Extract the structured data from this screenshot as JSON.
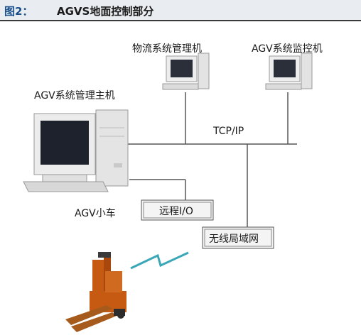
{
  "header": {
    "figure_label": "图2：",
    "title": "AGVS地面控制部分"
  },
  "diagram": {
    "nodes": {
      "logistics_pc": "物流系统管理机",
      "monitor_pc": "AGV系统监控机",
      "main_host": "AGV系统管理主机",
      "network": "TCP/IP",
      "remote_io": "远程I/O",
      "agv_cart": "AGV小车",
      "wireless_lan": "无线局域网"
    }
  },
  "colors": {
    "figure_label": "#1a4f8a",
    "header_band": "#e9edf1",
    "wire": "#555555",
    "radio_signal": "#3aa7b8",
    "agv_body": "#c65a12"
  }
}
